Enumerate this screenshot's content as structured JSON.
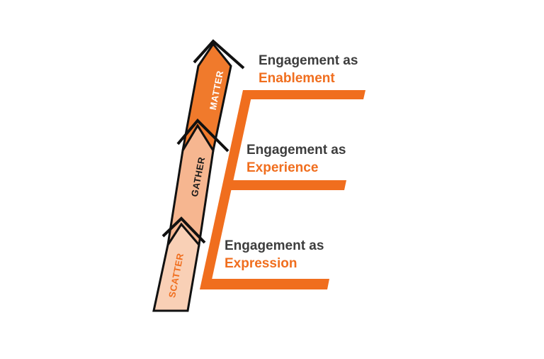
{
  "colors": {
    "accent": "#f06e1e",
    "matter_fill": "#f07a2c",
    "gather_fill": "#f6b690",
    "scatter_fill": "#f9d0b6",
    "outline": "#111111",
    "caption_dark": "#3d3d3d"
  },
  "stages": [
    {
      "label": "SCATTER",
      "label_color": "#f06e1e"
    },
    {
      "label": "GATHER",
      "label_color": "#1a1a1a"
    },
    {
      "label": "MATTER",
      "label_color": "#ffffff"
    }
  ],
  "captions": [
    {
      "line1": "Engagement as",
      "line2": "Enablement"
    },
    {
      "line1": "Engagement as",
      "line2": "Experience"
    },
    {
      "line1": "Engagement as",
      "line2": "Expression"
    }
  ]
}
